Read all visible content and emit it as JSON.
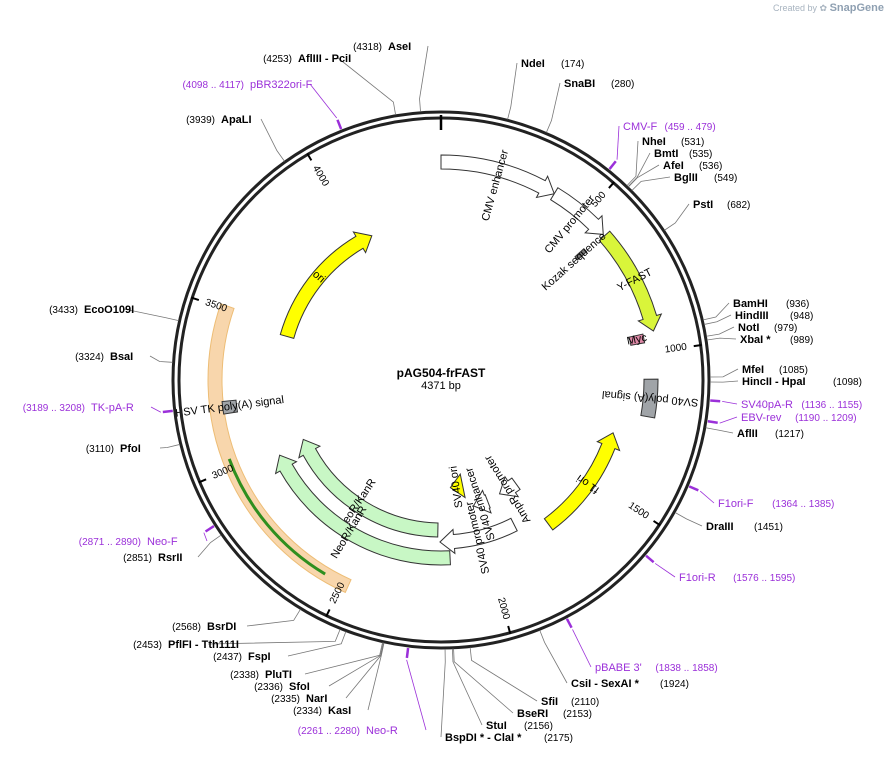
{
  "watermark": {
    "prefix": "Created by",
    "brand": "SnapGene"
  },
  "plasmid": {
    "name": "pAG504-frFAST",
    "length_label": "4371 bp",
    "length": 4371
  },
  "colors": {
    "backbone": "#222222",
    "primer": "#9b30d9",
    "ori": "#ffff00",
    "f1_ori": "#ffff00",
    "yfast": "#d9f53a",
    "neo": "#c8f7c5",
    "hsv_polya": "#a0a4a8",
    "sv40_polya": "#a0a4a8",
    "myc": "#e08aa8",
    "promoter": "#ffffff",
    "orf_highlight": "#f6c58a",
    "orf_stroke": "#e6a23c",
    "orf_inner": "#2f8f1f"
  },
  "ticks": [
    {
      "pos": 500,
      "label": "500"
    },
    {
      "pos": 1000,
      "label": "1000"
    },
    {
      "pos": 1500,
      "label": "1500"
    },
    {
      "pos": 2000,
      "label": "2000"
    },
    {
      "pos": 2500,
      "label": "2500"
    },
    {
      "pos": 3000,
      "label": "3000"
    },
    {
      "pos": 3500,
      "label": "3500"
    },
    {
      "pos": 4000,
      "label": "4000"
    }
  ],
  "enzymes": [
    {
      "name": "NdeI",
      "pos_text": "(174)",
      "pos": 174
    },
    {
      "name": "SnaBI",
      "pos_text": "(280)",
      "pos": 280
    },
    {
      "name": "NheI",
      "pos_text": "(531)",
      "pos": 531
    },
    {
      "name": "BmtI",
      "pos_text": "(535)",
      "pos": 535
    },
    {
      "name": "AfeI",
      "pos_text": "(536)",
      "pos": 536
    },
    {
      "name": "BglII",
      "pos_text": "(549)",
      "pos": 549
    },
    {
      "name": "PstI",
      "pos_text": "(682)",
      "pos": 682
    },
    {
      "name": "BamHI",
      "pos_text": "(936)",
      "pos": 936
    },
    {
      "name": "HindIII",
      "pos_text": "(948)",
      "pos": 948
    },
    {
      "name": "NotI",
      "pos_text": "(979)",
      "pos": 979
    },
    {
      "name": "XbaI *",
      "pos_text": "(989)",
      "pos": 989
    },
    {
      "name": "MfeI",
      "pos_text": "(1085)",
      "pos": 1085
    },
    {
      "name": "HincII  -  HpaI",
      "pos_text": "(1098)",
      "pos": 1098
    },
    {
      "name": "AflII",
      "pos_text": "(1217)",
      "pos": 1217
    },
    {
      "name": "DraIII",
      "pos_text": "(1451)",
      "pos": 1451
    },
    {
      "name": "CsiI  -  SexAI *",
      "pos_text": "(1924)",
      "pos": 1924
    },
    {
      "name": "SfiI",
      "pos_text": "(2110)",
      "pos": 2110
    },
    {
      "name": "BseRI",
      "pos_text": "(2153)",
      "pos": 2153
    },
    {
      "name": "StuI",
      "pos_text": "(2156)",
      "pos": 2156
    },
    {
      "name": "BspDI *  -  ClaI *",
      "pos_text": "(2175)",
      "pos": 2175
    },
    {
      "name": "KasI",
      "pos_text": "(2334)",
      "pos": 2334
    },
    {
      "name": "NarI",
      "pos_text": "(2335)",
      "pos": 2335
    },
    {
      "name": "SfoI",
      "pos_text": "(2336)",
      "pos": 2336
    },
    {
      "name": "PluTI",
      "pos_text": "(2338)",
      "pos": 2338
    },
    {
      "name": "FspI",
      "pos_text": "(2437)",
      "pos": 2437
    },
    {
      "name": "PflFI  -  Tth111I",
      "pos_text": "(2453)",
      "pos": 2453
    },
    {
      "name": "BsrDI",
      "pos_text": "(2568)",
      "pos": 2568
    },
    {
      "name": "RsrII",
      "pos_text": "(2851)",
      "pos": 2851
    },
    {
      "name": "PfoI",
      "pos_text": "(3110)",
      "pos": 3110
    },
    {
      "name": "BsaI",
      "pos_text": "(3324)",
      "pos": 3324
    },
    {
      "name": "EcoO109I",
      "pos_text": "(3433)",
      "pos": 3433
    },
    {
      "name": "ApaLI",
      "pos_text": "(3939)",
      "pos": 3939
    },
    {
      "name": "AflIII  -  PciI",
      "pos_text": "(4253)",
      "pos": 4253
    },
    {
      "name": "AseI",
      "pos_text": "(4318)",
      "pos": 4318
    }
  ],
  "primers": [
    {
      "name": "CMV-F",
      "range_text": "(459 .. 479)",
      "start": 459,
      "end": 479
    },
    {
      "name": "SV40pA-R",
      "range_text": "(1136 .. 1155)",
      "start": 1136,
      "end": 1155
    },
    {
      "name": "EBV-rev",
      "range_text": "(1190 .. 1209)",
      "start": 1190,
      "end": 1209
    },
    {
      "name": "F1ori-F",
      "range_text": "(1364 .. 1385)",
      "start": 1364,
      "end": 1385
    },
    {
      "name": "F1ori-R",
      "range_text": "(1576 .. 1595)",
      "start": 1576,
      "end": 1595
    },
    {
      "name": "pBABE 3'",
      "range_text": "(1838 .. 1858)",
      "start": 1838,
      "end": 1858
    },
    {
      "name": "Neo-R",
      "range_text": "(2261 .. 2280)",
      "start": 2261,
      "end": 2280
    },
    {
      "name": "Neo-F",
      "range_text": "(2871 .. 2890)",
      "start": 2871,
      "end": 2890
    },
    {
      "name": "TK-pA-R",
      "range_text": "(3189 .. 3208)",
      "start": 3189,
      "end": 3208
    },
    {
      "name": "pBR322ori-F",
      "range_text": "(4098 .. 4117)",
      "start": 4098,
      "end": 4117
    }
  ],
  "features": [
    {
      "name": "CMV enhancer",
      "start": 0,
      "end": 380,
      "type": "promoter",
      "direction": 1
    },
    {
      "name": "CMV promoter",
      "start": 380,
      "end": 584,
      "type": "promoter",
      "direction": 1
    },
    {
      "name": "Y-FAST",
      "start": 590,
      "end": 935,
      "type": "yfast",
      "direction": 1
    },
    {
      "name": "Kozak sequence",
      "start": 583,
      "end": 593,
      "type": "kozak",
      "direction": 1
    },
    {
      "name": "Myc",
      "start": 937,
      "end": 967,
      "type": "myc",
      "direction": 1
    },
    {
      "name": "SV40 poly(A) signal",
      "start": 1090,
      "end": 1215,
      "type": "sv40_polya",
      "direction": -1
    },
    {
      "name": "f1 ori",
      "start": 1300,
      "end": 1740,
      "type": "f1_ori",
      "direction": -1
    },
    {
      "name": "AmpR promoter",
      "start": 1750,
      "end": 1855,
      "type": "promoter",
      "direction": 1
    },
    {
      "name": "SV40 promoter",
      "start": 1860,
      "end": 2190,
      "type": "promoter",
      "direction": 1
    },
    {
      "name": "SV40 enhancer",
      "start": 1930,
      "end": 2010,
      "type": "promoter",
      "direction": 1
    },
    {
      "name": "SV40 ori",
      "start": 2045,
      "end": 2125,
      "type": "ori_small",
      "direction": 1
    },
    {
      "name": "NeoR/KanR",
      "start": 2200,
      "end": 2995,
      "type": "neo",
      "direction": 1
    },
    {
      "name": "NeoR/KanR",
      "start": 2150,
      "end": 2975,
      "type": "neo",
      "direction": 1
    },
    {
      "name": "HSV TK poly(A) signal",
      "start": 3170,
      "end": 3210,
      "type": "hsv_polya",
      "direction": -1
    },
    {
      "name": "ori",
      "start": 3470,
      "end": 4060,
      "type": "ori",
      "direction": 1
    }
  ]
}
